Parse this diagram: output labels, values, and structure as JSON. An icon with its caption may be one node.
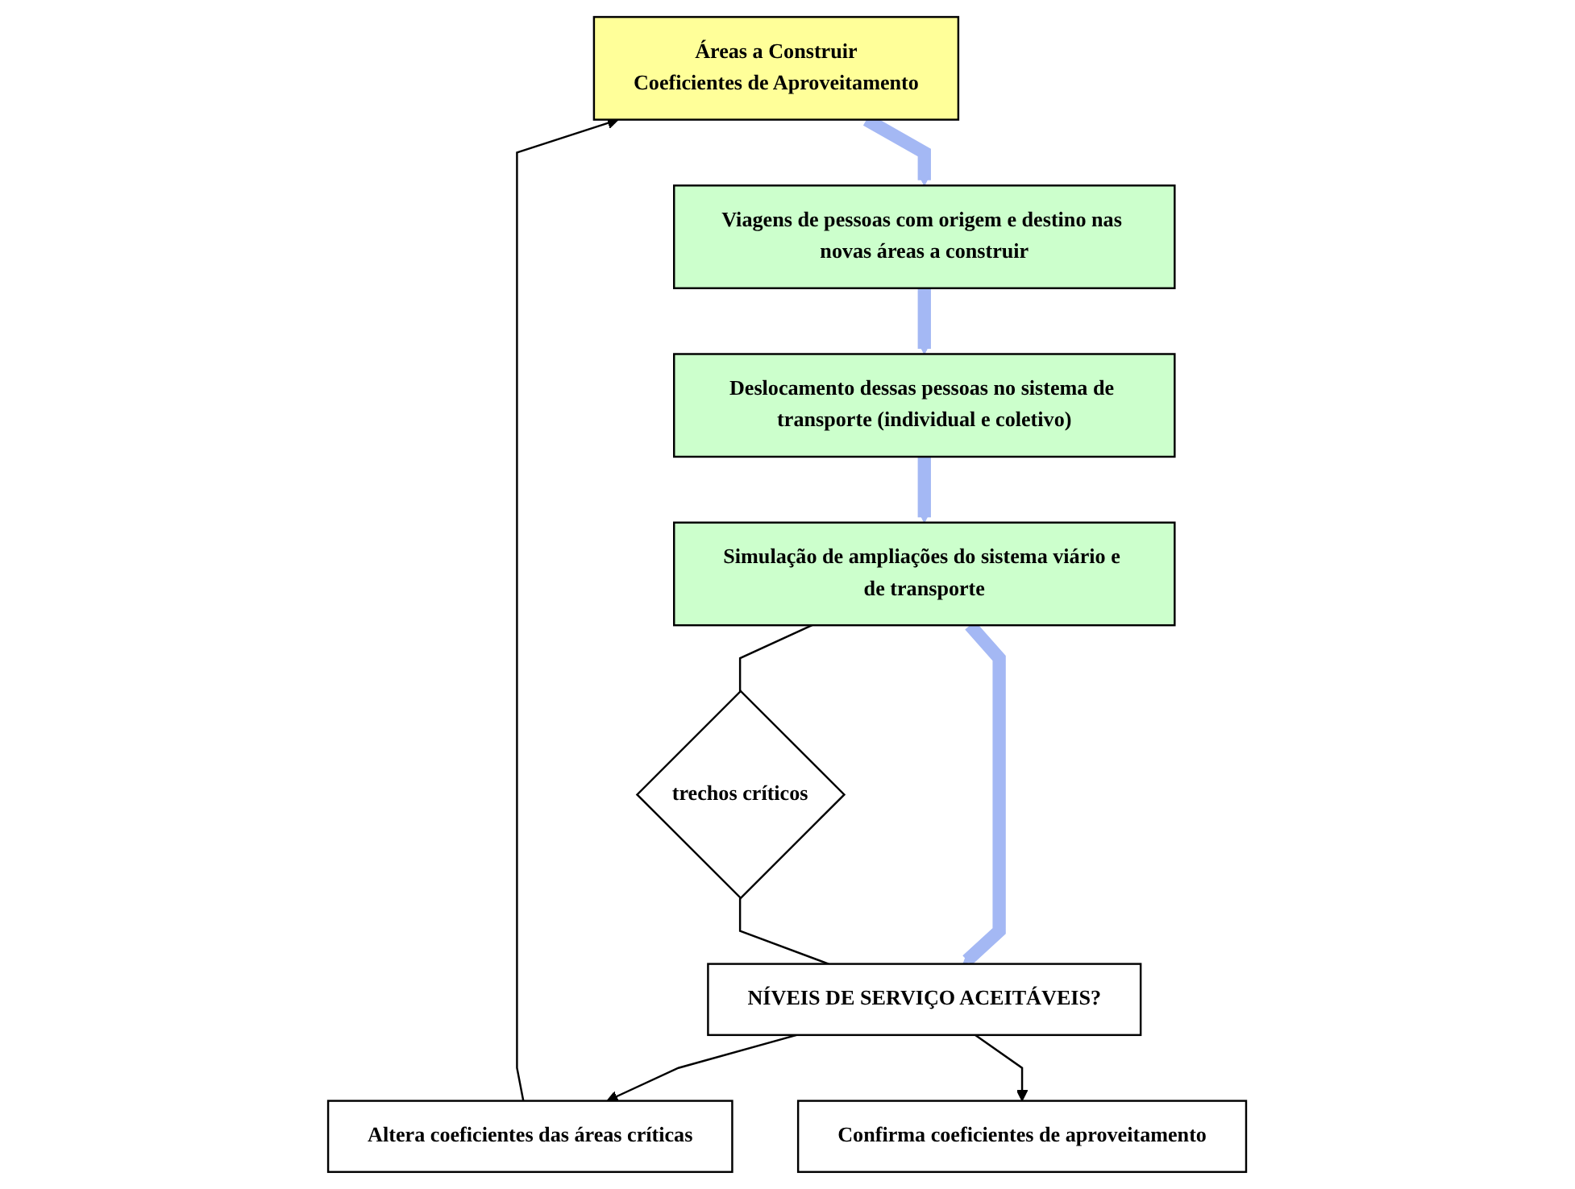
{
  "diagram": {
    "nodes": [
      {
        "text": [
          "Áreas a Construir",
          "Coeficientes de Aproveitamento"
        ]
      },
      {
        "text": [
          "Viagens de pessoas com origem e destino nas novas áreas a construir"
        ]
      },
      {
        "text": [
          "Deslocamento dessas pessoas no sistema de transporte (individual e coletivo)"
        ]
      },
      {
        "text": [
          "Simulação de ampliações do sistema viário e de transporte"
        ]
      },
      {
        "text": [
          "trechos críticos"
        ]
      },
      {
        "text": [
          "NÍVEIS DE SERVIÇO ACEITÁVEIS?"
        ]
      },
      {
        "text": [
          "Altera coeficientes das áreas críticas"
        ]
      },
      {
        "text": [
          "Confirma coeficientes de aproveitamento"
        ]
      }
    ],
    "edges": [
      {
        "from": 0,
        "to": 1,
        "arrow": "to",
        "style": "thick",
        "color": "#a4b8f4"
      },
      {
        "from": 1,
        "to": 2,
        "arrow": "to",
        "style": "thick",
        "color": "#a4b8f4"
      },
      {
        "from": 2,
        "to": 3,
        "arrow": "to",
        "style": "thick",
        "color": "#a4b8f4"
      },
      {
        "from": 3,
        "to": 5,
        "arrow": "to",
        "style": "thick",
        "color": "#a4b8f4"
      },
      {
        "from": 3,
        "to": 4,
        "arrow": "none"
      },
      {
        "from": 4,
        "to": 5,
        "arrow": "none"
      },
      {
        "from": 5,
        "to": 6,
        "arrow": "to"
      },
      {
        "from": 5,
        "to": 7,
        "arrow": "to"
      },
      {
        "from": 6,
        "to": 0,
        "arrow": "to"
      }
    ]
  }
}
